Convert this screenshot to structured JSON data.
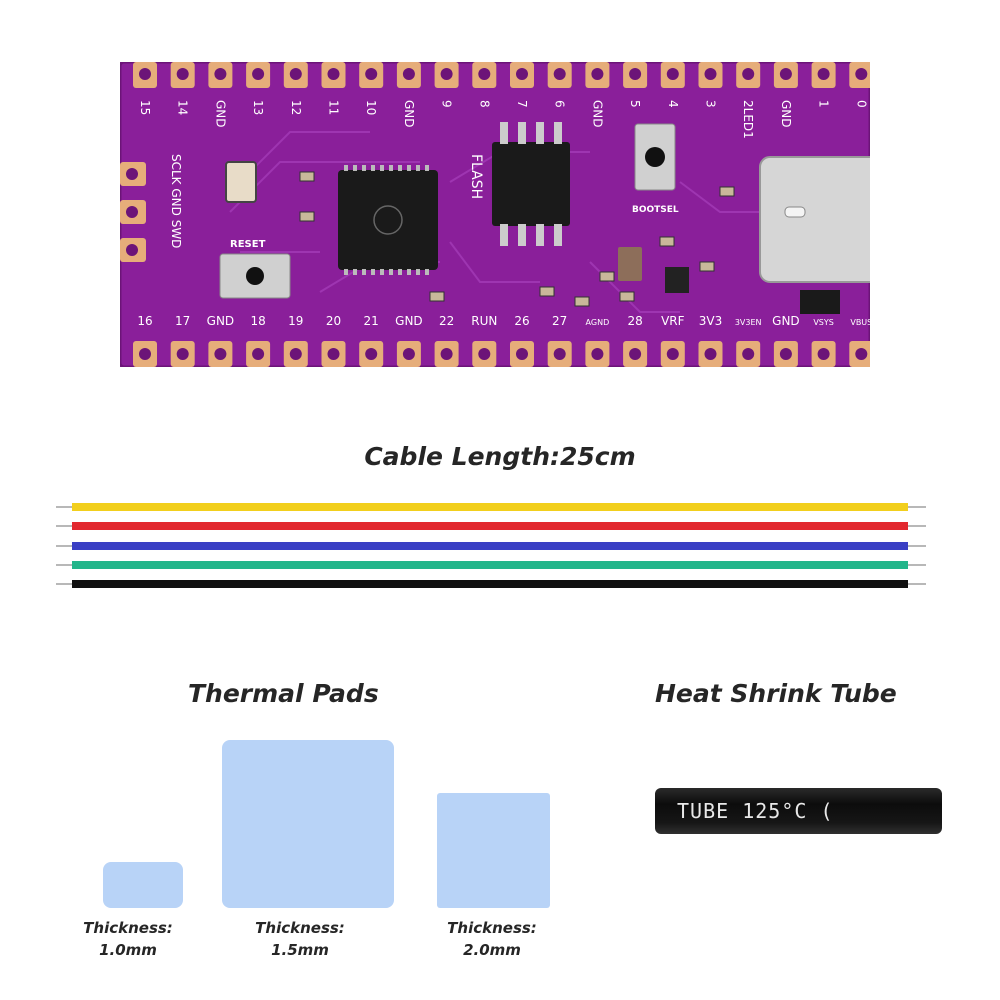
{
  "headings": {
    "cable": "Cable Length:25cm",
    "pads": "Thermal Pads",
    "tube": "Heat Shrink Tube"
  },
  "thermal_pads": [
    {
      "label": "Thickness:",
      "value": "1.0mm"
    },
    {
      "label": "Thickness:",
      "value": "1.5mm"
    },
    {
      "label": "Thickness:",
      "value": "2.0mm"
    }
  ],
  "tube_print": "TUBE 125°C (",
  "board": {
    "top_pins": [
      "15",
      "14",
      "GND",
      "13",
      "12",
      "11",
      "10",
      "GND",
      "9",
      "8",
      "7",
      "6",
      "GND",
      "5",
      "4",
      "3",
      "2LED1",
      "GND",
      "1",
      "0"
    ],
    "bottom_pins": [
      "16",
      "17",
      "GND",
      "18",
      "19",
      "20",
      "21",
      "GND",
      "22",
      "RUN",
      "26",
      "27",
      "AGND",
      "28",
      "VRF",
      "3V3",
      "3V3EN",
      "GND",
      "VSYS",
      "VBUS"
    ],
    "side_labels": [
      "SCLK",
      "GND",
      "SWD"
    ],
    "reset_label": "RESET",
    "bootsel_label": "BOOTSEL",
    "flash_label": "FLASH",
    "colors": {
      "pcb": "#8a1f9a",
      "pcb_dark": "#6c1478",
      "pad": "#e6ad7a",
      "silk": "#ffffff"
    }
  },
  "wire_colors": [
    "#f2cf1d",
    "#e2282f",
    "#3a3fc4",
    "#23b58a",
    "#101010"
  ]
}
